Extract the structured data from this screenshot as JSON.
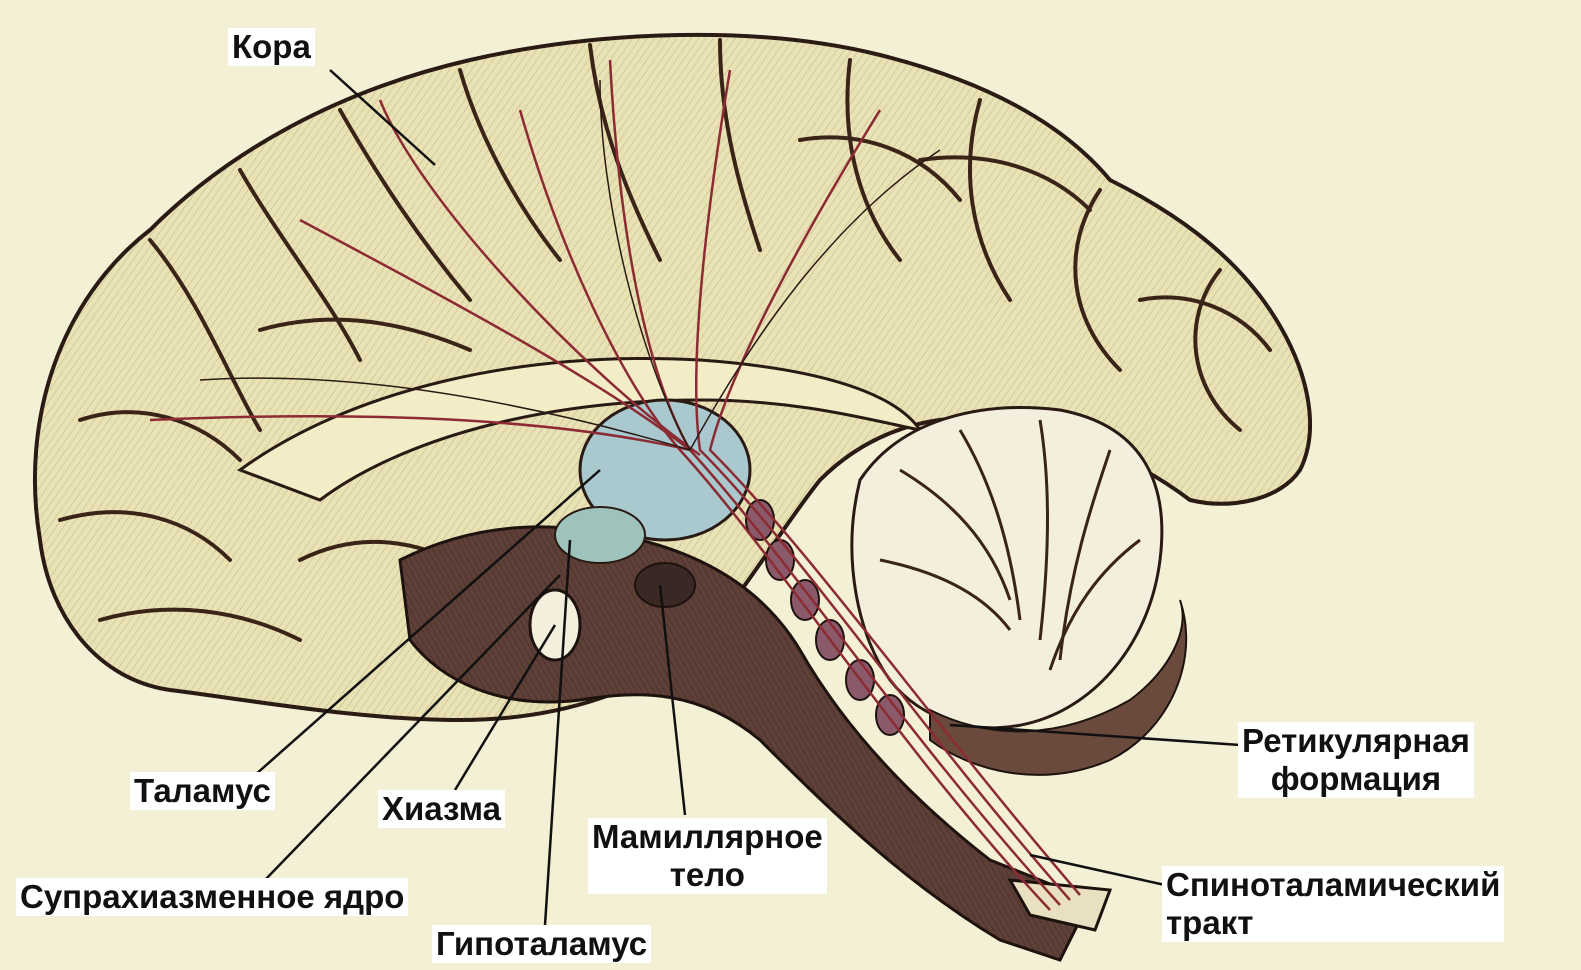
{
  "labels": {
    "cortex": "Кора",
    "thalamus": "Таламус",
    "chiasm": "Хиазма",
    "mammillary_line1": "Мамиллярное",
    "mammillary_line2": "тело",
    "suprachiasmatic": "Супрахиазменное ядро",
    "hypothalamus": "Гипоталамус",
    "reticular_line1": "Ретикулярная",
    "reticular_line2": "формация",
    "spinothalamic_line1": "Спиноталамический",
    "spinothalamic_line2": "тракт"
  },
  "colors": {
    "paper": "#f4f0d6",
    "cortex_fill": "#e9e2b4",
    "sulcus_stroke": "#3a2418",
    "brainstem_fill": "#5e4038",
    "thalamus_fill": "#a9c9cf",
    "cerebellum_fill": "#f3efdc",
    "pathway_red": "#8c2b33",
    "label_bg": "#ffffff",
    "leader_line": "#111111"
  }
}
